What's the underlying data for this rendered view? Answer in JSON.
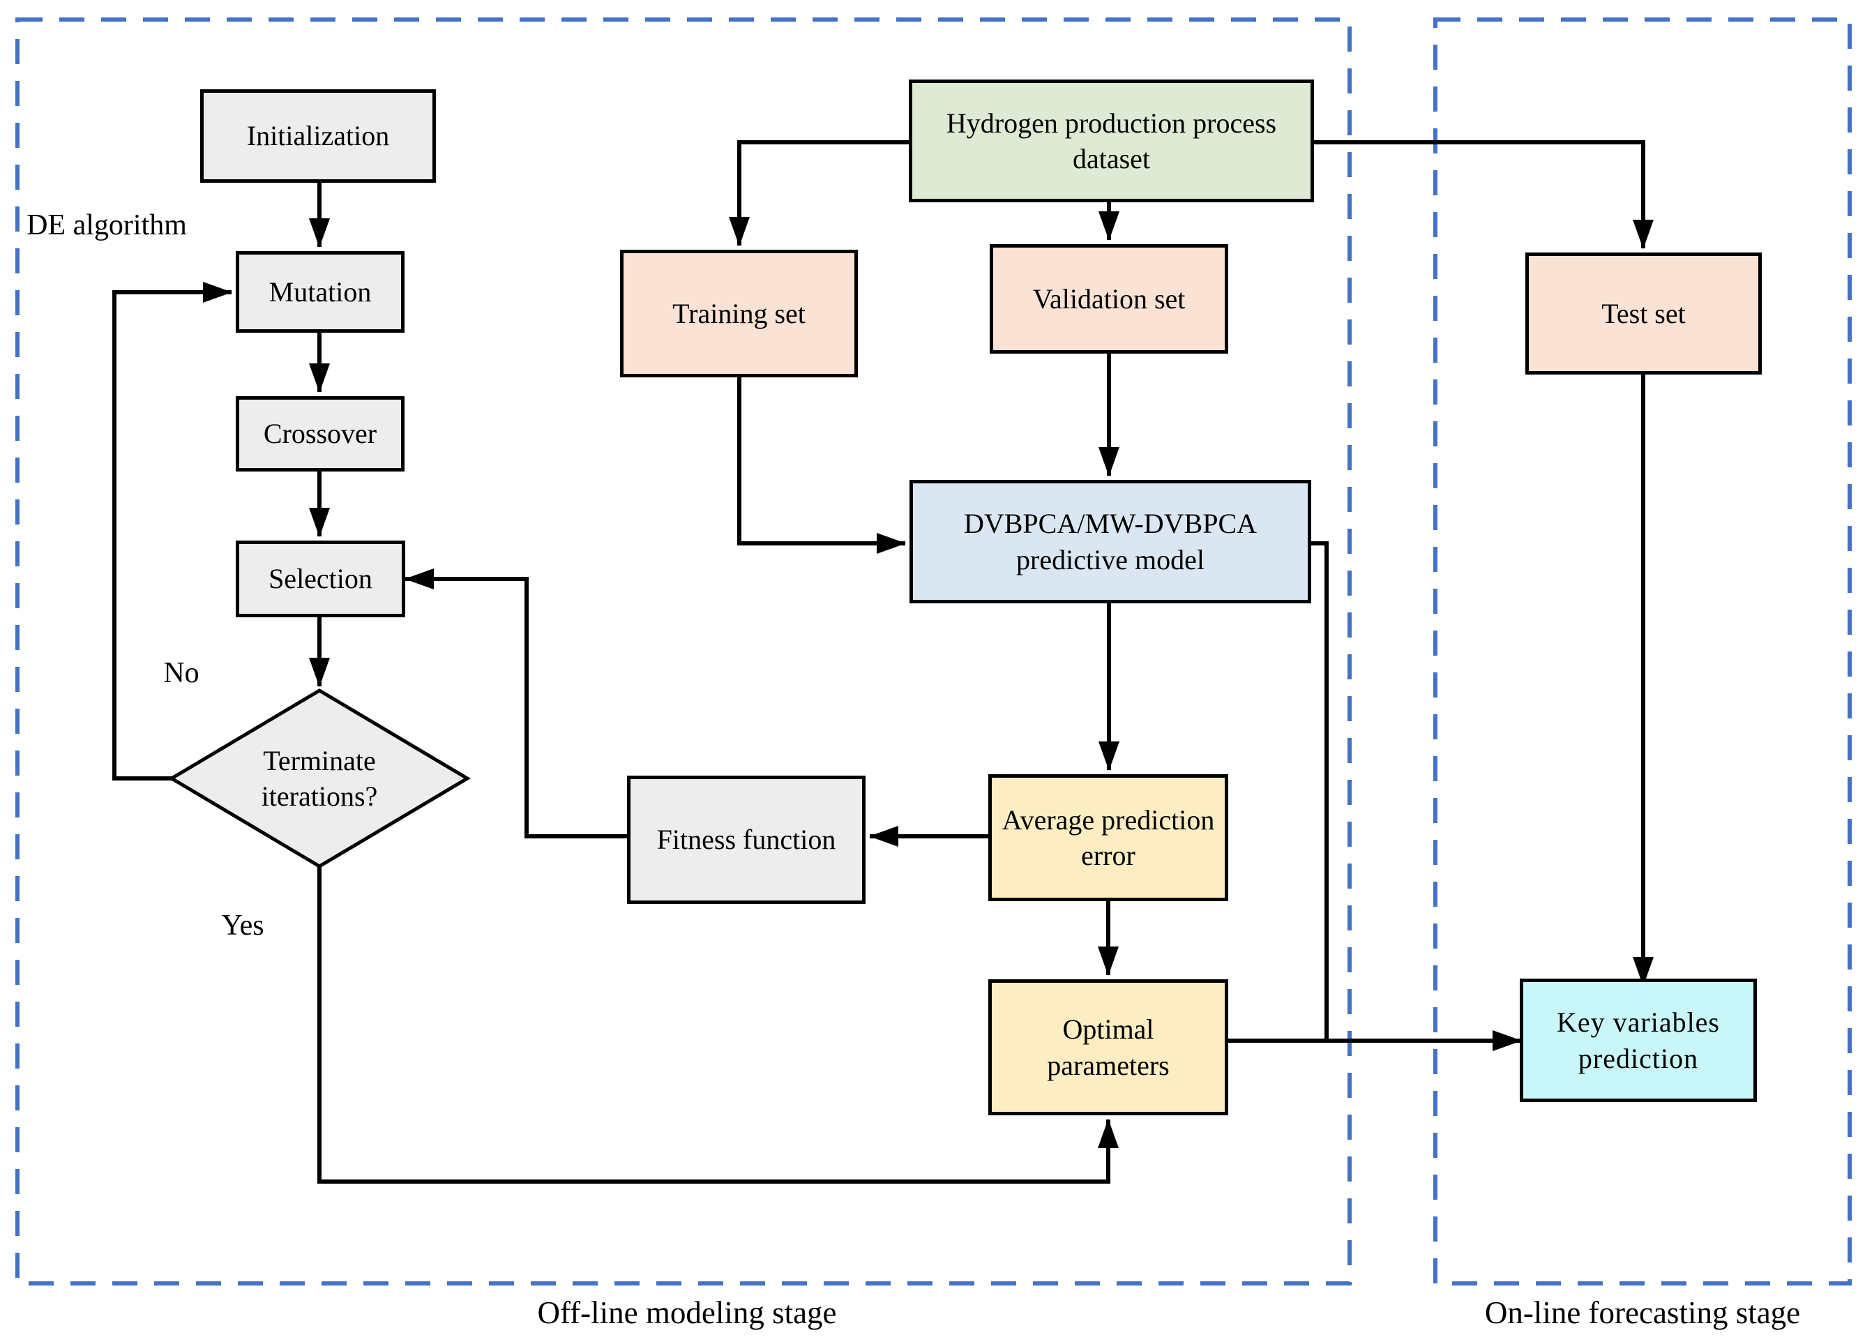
{
  "diagram": {
    "panels": {
      "offline": {
        "label": "Off-line modeling stage"
      },
      "online": {
        "label": "On-line forecasting stage"
      }
    },
    "annotations": {
      "algorithm": "DE algorithm",
      "branch_no": "No",
      "branch_yes": "Yes"
    },
    "nodes": {
      "initialization": {
        "label": "Initialization"
      },
      "mutation": {
        "label": "Mutation"
      },
      "crossover": {
        "label": "Crossover"
      },
      "selection": {
        "label": "Selection"
      },
      "terminate": {
        "label": "Terminate iterations?"
      },
      "dataset": {
        "label": "Hydrogen production process dataset"
      },
      "training": {
        "label": "Training set"
      },
      "validation": {
        "label": "Validation set"
      },
      "test": {
        "label": "Test set"
      },
      "model": {
        "label": "DVBPCA/MW-DVBPCA predictive model"
      },
      "avg_error": {
        "label": "Average prediction error"
      },
      "fitness": {
        "label": "Fitness function"
      },
      "optimal": {
        "label": "Optimal parameters"
      },
      "key_prediction": {
        "label": "Key variables prediction"
      }
    },
    "colors": {
      "panel-border": "#4472C4",
      "node-gray": "#EDEDED",
      "node-green": "#DEEAD3",
      "node-peach": "#FAE3D4",
      "node-blue": "#DAE6F2",
      "node-yellow": "#FDEDC3",
      "node-cyan": "#C9F6F8",
      "line": "#000000"
    }
  }
}
